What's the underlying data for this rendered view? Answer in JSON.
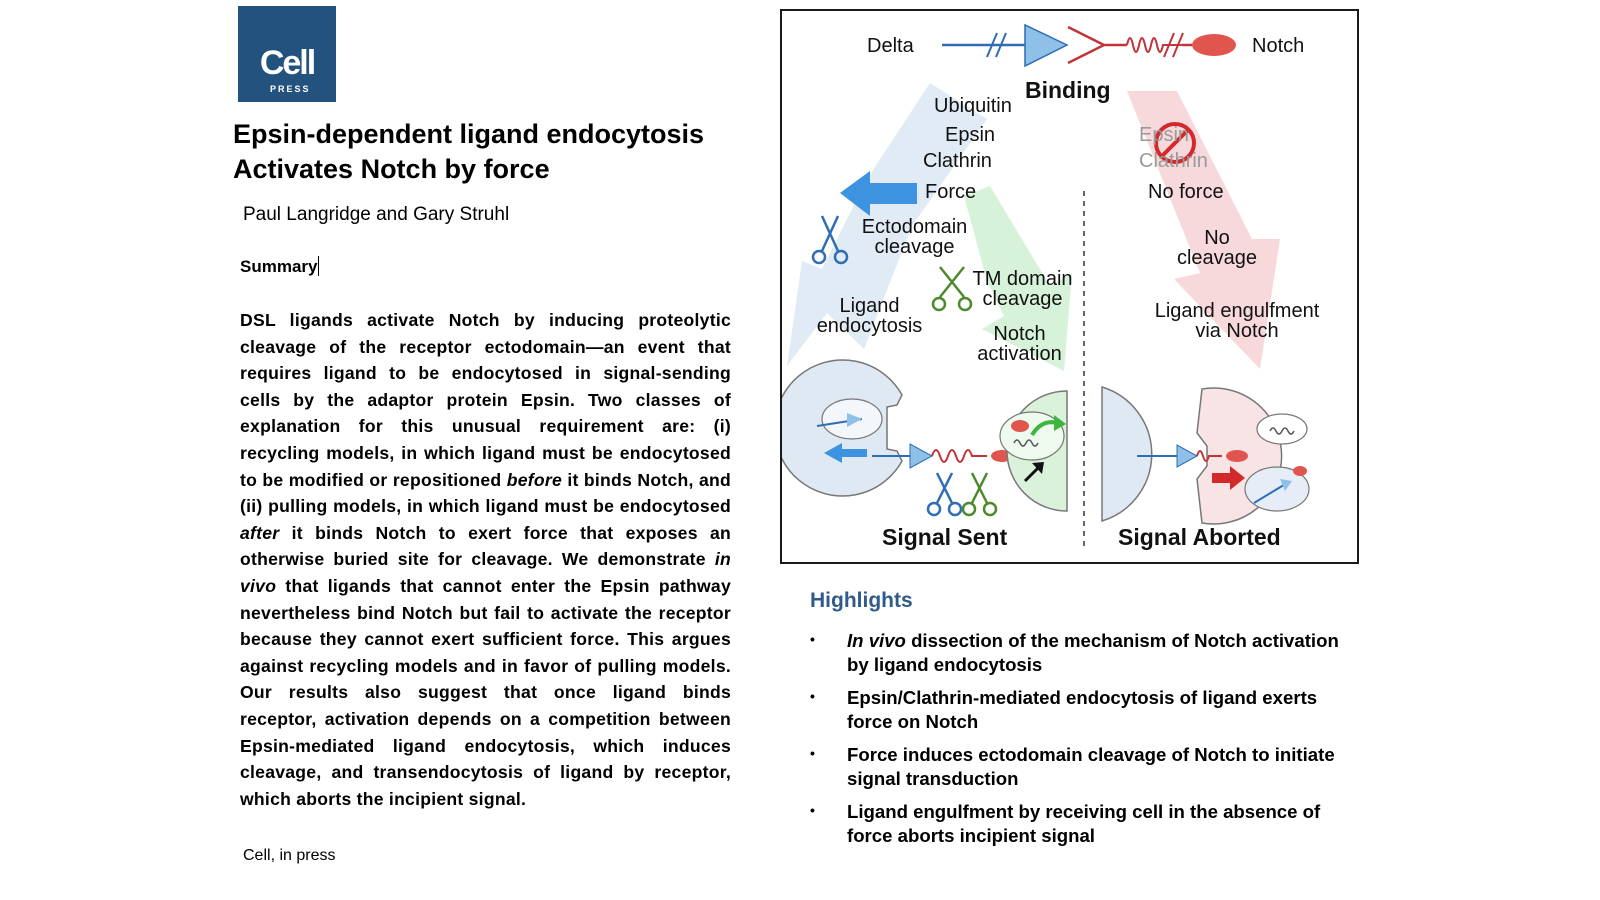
{
  "logo": {
    "main": "Cell",
    "sub": "PRESS"
  },
  "title": "Epsin-dependent ligand endocytosis Activates Notch by force",
  "authors": "Paul Langridge and Gary Struhl",
  "summary_heading": "Summary",
  "summary_body": "DSL ligands activate Notch by inducing proteolytic cleavage of the receptor ectodomain—an event that requires ligand to be endocytosed in signal-sending cells by the adaptor protein Epsin. Two classes of explanation for this unusual requirement are: (i) recycling models, in which ligand must be endocytosed to be modified or repositioned before it binds Notch, and (ii) pulling models, in which ligand must be endocytosed after it binds Notch to exert force that exposes an otherwise buried site for cleavage. We demonstrate in vivo that ligands that cannot enter the Epsin pathway nevertheless bind Notch but fail to activate the receptor because they cannot exert sufficient force. This argues against recycling models and in favor of pulling models. Our results also suggest that once ligand binds receptor, activation depends on a competition between Epsin-mediated ligand endocytosis, which induces cleavage, and transendocytosis of ligand by receptor, which aborts the incipient signal.",
  "journal": "Cell, in press",
  "figure": {
    "delta": "Delta",
    "notch": "Notch",
    "binding": "Binding",
    "ubiquitin": "Ubiquitin",
    "epsin": "Epsin",
    "clathrin": "Clathrin",
    "force": "Force",
    "ecto_1": "Ectodomain",
    "ecto_2": "cleavage",
    "tm_1": "TM domain",
    "tm_2": "cleavage",
    "ligand_endo_1": "Ligand",
    "ligand_endo_2": "endocytosis",
    "notch_act_1": "Notch",
    "notch_act_2": "activation",
    "epsin_struck": "Epsin",
    "clathrin_struck": "Clathrin",
    "no_force": "No force",
    "no_cleavage_1": "No",
    "no_cleavage_2": "cleavage",
    "engulf_1": "Ligand engulfment",
    "engulf_2": "via Notch",
    "signal_sent": "Signal Sent",
    "signal_aborted": "Signal Aborted"
  },
  "highlights": {
    "heading": "Highlights",
    "items": [
      {
        "em": "In vivo",
        "rest": " dissection of the mechanism of Notch activation by ligand endocytosis"
      },
      {
        "em": "",
        "rest": "Epsin/Clathrin-mediated endocytosis of ligand exerts force on Notch"
      },
      {
        "em": "",
        "rest": "Force induces ectodomain cleavage of Notch to initiate signal transduction"
      },
      {
        "em": "",
        "rest": "Ligand engulfment by receiving cell in the absence of force aborts incipient signal"
      }
    ],
    "bullet": "•"
  },
  "colors": {
    "highlight_heading": "#2e5b8c",
    "logo_bg": "#24527e",
    "delta_blue": "#2f6db5",
    "notch_red": "#c0353a"
  }
}
